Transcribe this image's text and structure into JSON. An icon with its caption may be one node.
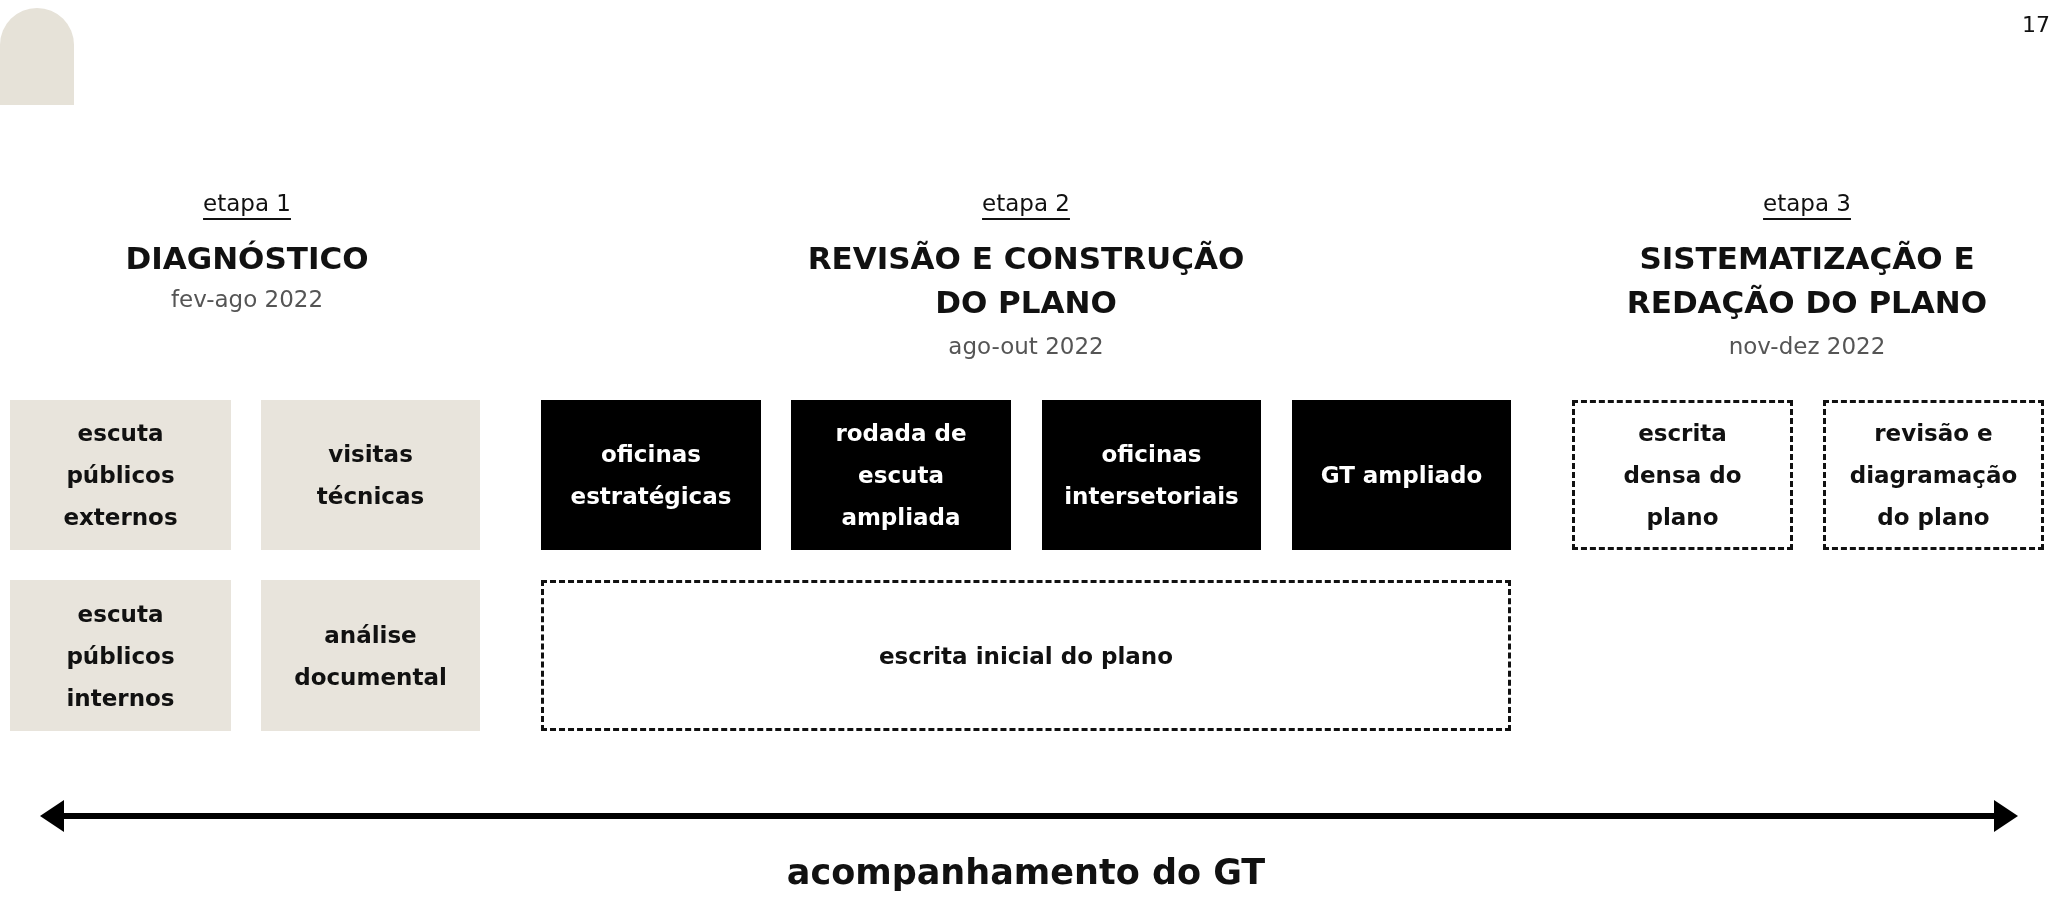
{
  "diagram": {
    "nodes": [
      {
        "text": [
          "escuta públicos externos"
        ]
      },
      {
        "text": [
          "visitas técnicas"
        ]
      },
      {
        "text": [
          "escuta públicos internos"
        ]
      },
      {
        "text": [
          "análise documental"
        ]
      },
      {
        "text": [
          "oficinas estratégicas"
        ]
      },
      {
        "text": [
          "rodada de escuta ampliada"
        ]
      },
      {
        "text": [
          "oficinas intersetoriais"
        ]
      },
      {
        "text": [
          "GT ampliado"
        ]
      },
      {
        "text": [
          "escrita inicial do plano"
        ]
      },
      {
        "text": [
          "escrita densa do plano"
        ]
      },
      {
        "text": [
          "revisão e diagramação do plano"
        ]
      }
    ],
    "edges": [],
    "labels": [
      "17",
      "etapa 1",
      "DIAGNÓSTICO",
      "fev-ago 2022",
      "etapa 2",
      "REVISÃO E CONSTRUÇÃO DO PLANO",
      "ago-out 2022",
      "etapa 3",
      "SISTEMATIZAÇÃO E REDAÇÃO DO PLANO",
      "nov-dez 2022",
      "acompanhamento do GT"
    ]
  }
}
